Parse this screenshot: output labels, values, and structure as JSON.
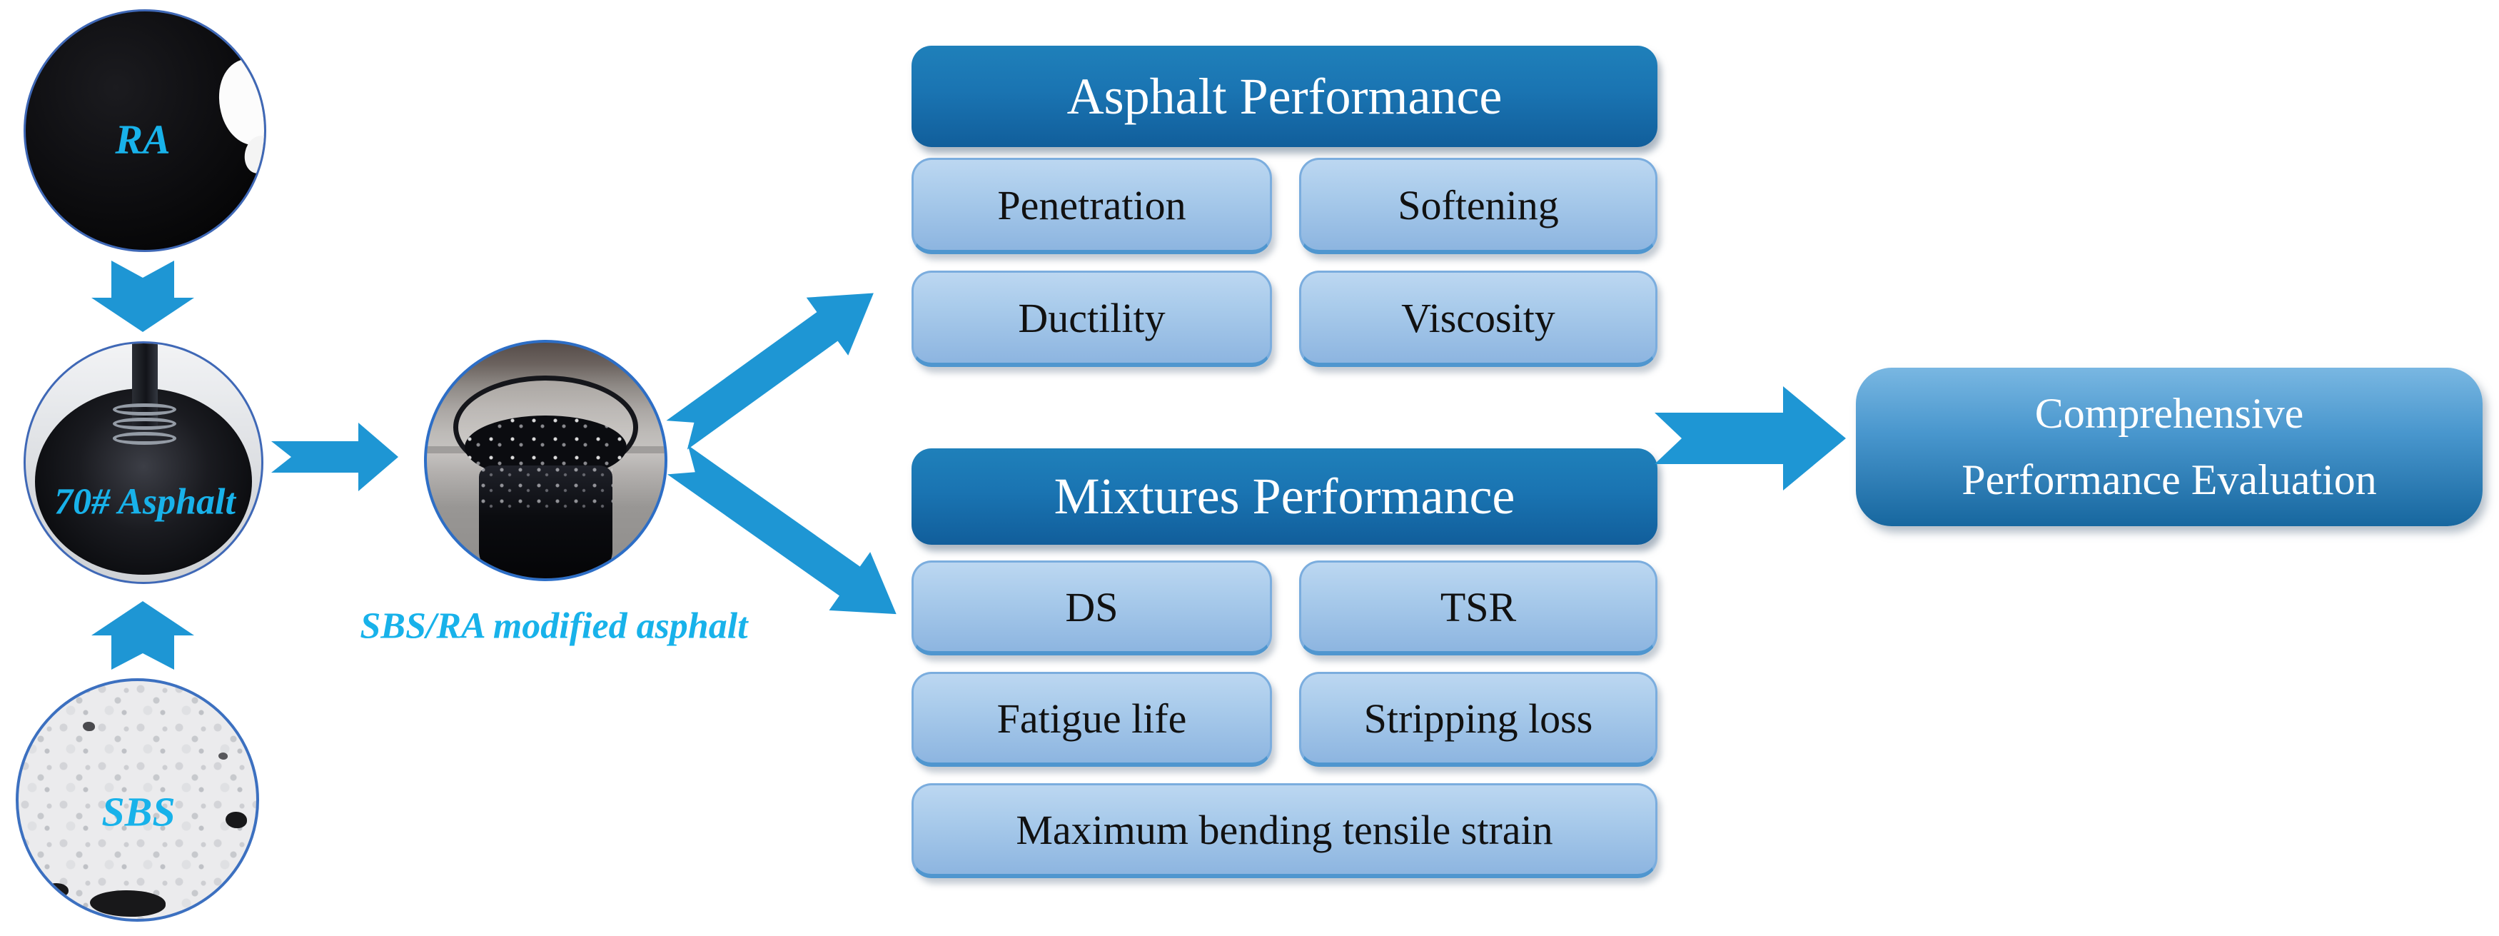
{
  "figure": {
    "description": "Flow diagram of SBS/RA modified asphalt preparation and comprehensive performance evaluation"
  },
  "materials": {
    "ra_label": "RA",
    "base_asphalt_label": "70# Asphalt",
    "sbs_label": "SBS",
    "modified_asphalt_label": "SBS/RA modified asphalt"
  },
  "asphalt_panel": {
    "header": "Asphalt Performance",
    "items": [
      {
        "label": "Penetration"
      },
      {
        "label": "Softening"
      },
      {
        "label": "Ductility"
      },
      {
        "label": "Viscosity"
      }
    ]
  },
  "mixtures_panel": {
    "header": "Mixtures Performance",
    "items": [
      {
        "label": "DS"
      },
      {
        "label": "TSR"
      },
      {
        "label": "Fatigue life"
      },
      {
        "label": "Stripping loss"
      }
    ],
    "wide_item": {
      "label": "Maximum bending tensile strain"
    }
  },
  "evaluation_box": {
    "line1": "Comprehensive",
    "line2": "Performance Evaluation"
  },
  "colors": {
    "arrow_blue": "#1e96d4",
    "header_blue": "#1a74b2",
    "light_box_top": "#bcd7f1",
    "light_box_bottom": "#8db5e0",
    "cyan_label": "#18b2ea",
    "evaluation_top": "#79b7e2",
    "evaluation_bottom": "#17679f",
    "box_text_dark": "#111111",
    "header_text": "#ffffff"
  }
}
